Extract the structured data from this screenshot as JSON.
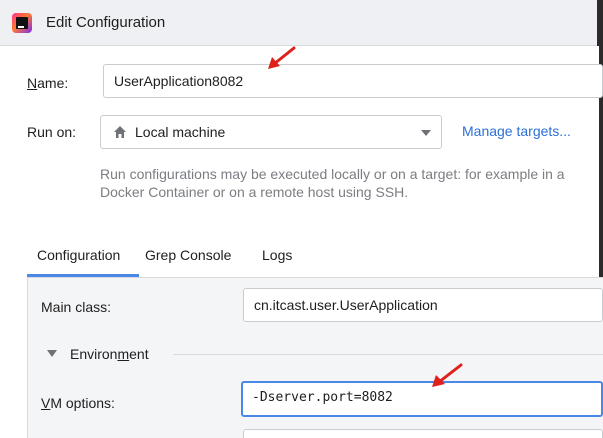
{
  "window": {
    "title": "Edit Configuration"
  },
  "form": {
    "name_label_accel": "N",
    "name_label_rest": "ame:",
    "name_value": "UserApplication8082",
    "run_on_label": "Run on:",
    "run_on_value": "Local machine",
    "manage_targets_link": "Manage targets...",
    "hint_text": "Run configurations may be executed locally or on a target: for example in a Docker Container or on a remote host using SSH."
  },
  "tabs": [
    {
      "label": "Configuration",
      "selected": true
    },
    {
      "label": "Grep Console",
      "selected": false
    },
    {
      "label": "Logs",
      "selected": false
    }
  ],
  "configuration": {
    "main_class_label": "Main class:",
    "main_class_value": "cn.itcast.user.UserApplication",
    "environment_section_prefix": "Environ",
    "environment_section_accel": "m",
    "environment_section_suffix": "ent",
    "vm_options_label_accel": "V",
    "vm_options_label_rest": "M options:",
    "vm_options_value": "-Dserver.port=8082"
  },
  "colors": {
    "accent": "#4a88e8",
    "link": "#2c6fd6",
    "annotation_arrow": "#e0201b"
  },
  "icons": {
    "app": "intellij-idea-icon",
    "run_on": "home-icon",
    "dropdown": "chevron-down-icon",
    "section_toggle": "triangle-down-icon"
  }
}
